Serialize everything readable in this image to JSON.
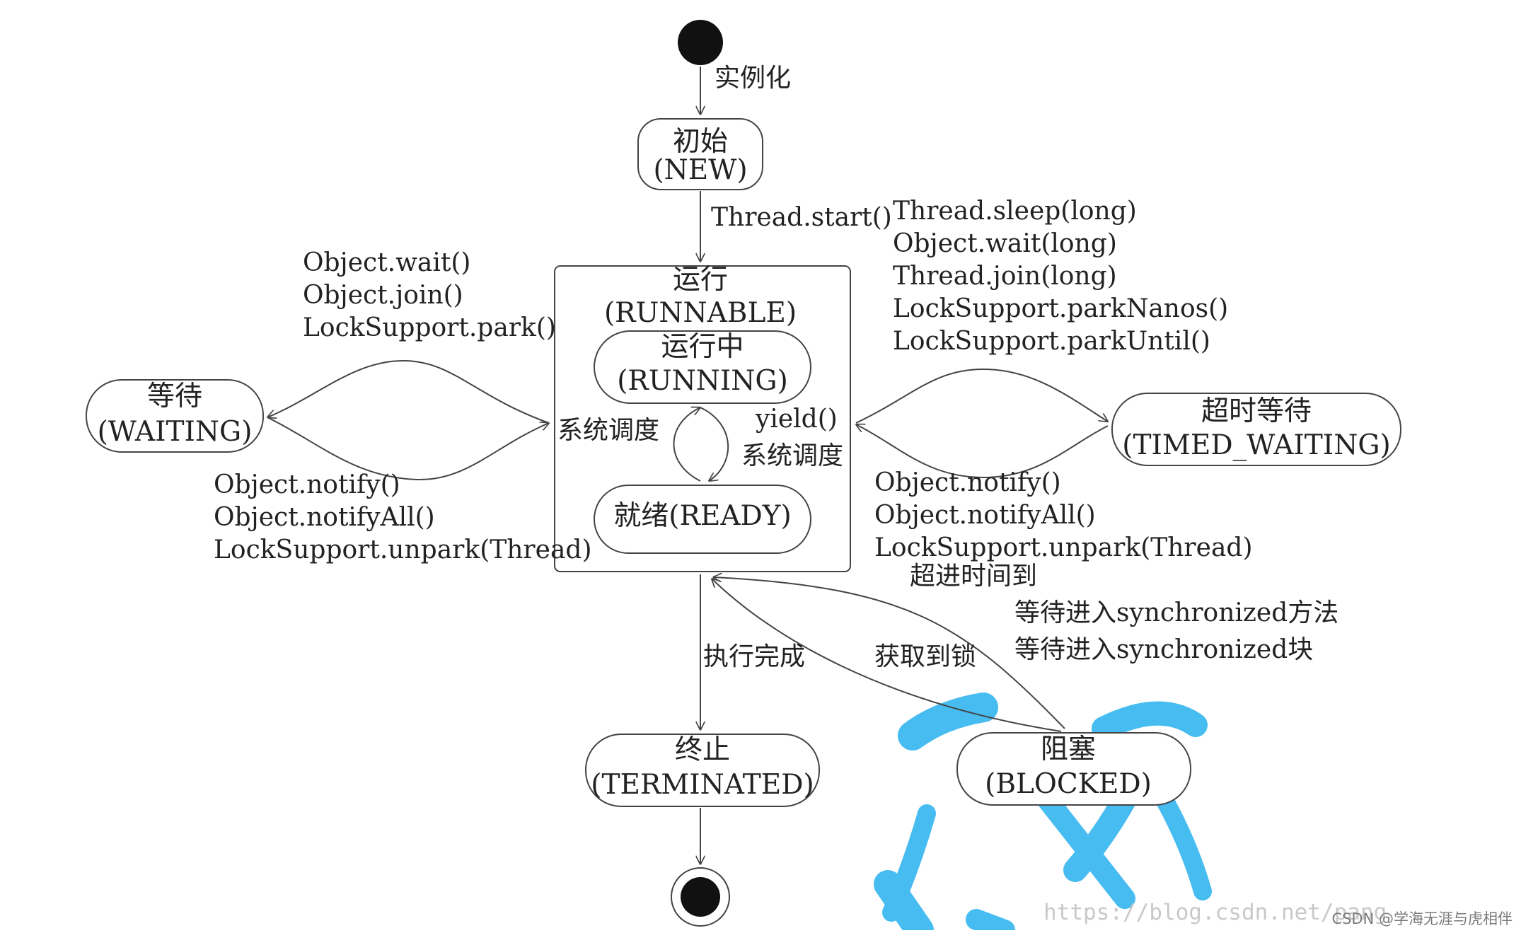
{
  "states": {
    "new": {
      "zh": "初始",
      "en": "(NEW)"
    },
    "runnable": {
      "zh": "运行",
      "en": "(RUNNABLE)"
    },
    "running": {
      "zh": "运行中",
      "en": "(RUNNING)"
    },
    "ready": {
      "text": "就绪(READY)"
    },
    "waiting": {
      "zh": "等待",
      "en": "(WAITING)"
    },
    "timed_waiting": {
      "zh": "超时等待",
      "en": "(TIMED_WAITING)"
    },
    "terminated": {
      "zh": "终止",
      "en": "(TERMINATED)"
    },
    "blocked": {
      "zh": "阻塞",
      "en": "(BLOCKED)"
    }
  },
  "transitions": {
    "instantiate": "实例化",
    "thread_start": "Thread.start()",
    "to_waiting": [
      "Object.wait()",
      "Object.join()",
      "LockSupport.park()"
    ],
    "from_waiting": [
      "Object.notify()",
      "Object.notifyAll()",
      "LockSupport.unpark(Thread)"
    ],
    "to_timed": [
      "Thread.sleep(long)",
      "Object.wait(long)",
      "Thread.join(long)",
      "LockSupport.parkNanos()",
      "LockSupport.parkUntil()"
    ],
    "from_timed": [
      "Object.notify()",
      "Object.notifyAll()",
      "LockSupport.unpark(Thread)"
    ],
    "scheduler_left": "系统调度",
    "yield": "yield()",
    "scheduler_right": "系统调度",
    "timeout": "超进时间到",
    "to_blocked": [
      "等待进入synchronized方法",
      "等待进入synchronized块"
    ],
    "acquire_lock": "获取到锁",
    "finished": "执行完成"
  },
  "watermark": {
    "url": "https://blog.csdn.net/pang",
    "csdn": "CSDN @学海无涯与虎相伴"
  },
  "colors": {
    "stroke": "#444444",
    "text": "#222222",
    "watermark": "#33b5f0"
  }
}
